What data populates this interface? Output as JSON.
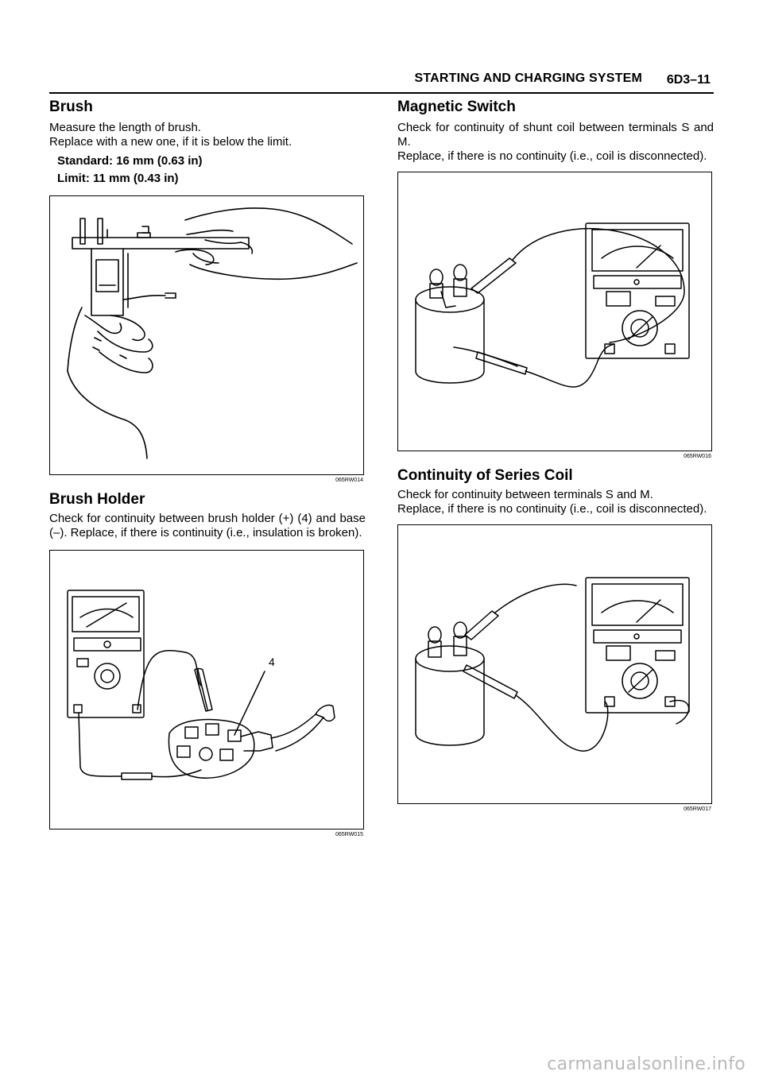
{
  "header": {
    "title": "STARTING AND CHARGING SYSTEM",
    "page_number": "6D3–11"
  },
  "sections": {
    "brush": {
      "heading": "Brush",
      "line1": "Measure the length of brush.",
      "line2": "Replace with a new one, if it is below the limit.",
      "standard": "Standard: 16 mm (0.63 in)",
      "limit": "Limit: 11 mm (0.43 in)",
      "figure_code": "065RW014"
    },
    "brush_holder": {
      "heading": "Brush Holder",
      "text": "Check for continuity between brush holder (+) (4) and base (–). Replace, if there is continuity (i.e., insulation is broken).",
      "callout": "4",
      "figure_code": "065RW015"
    },
    "magnetic_switch": {
      "heading": "Magnetic Switch",
      "line1": "Check for continuity of shunt coil between terminals S and M.",
      "line2": "Replace, if there is no continuity (i.e., coil is disconnected).",
      "figure_code": "065RW016"
    },
    "series_coil": {
      "heading": "Continuity of Series Coil",
      "line1": "Check for continuity between terminals S and M.",
      "line2": "Replace, if there is no continuity (i.e., coil is disconnected).",
      "figure_code": "065RW017"
    }
  },
  "watermark": "carmanualsonline.info"
}
